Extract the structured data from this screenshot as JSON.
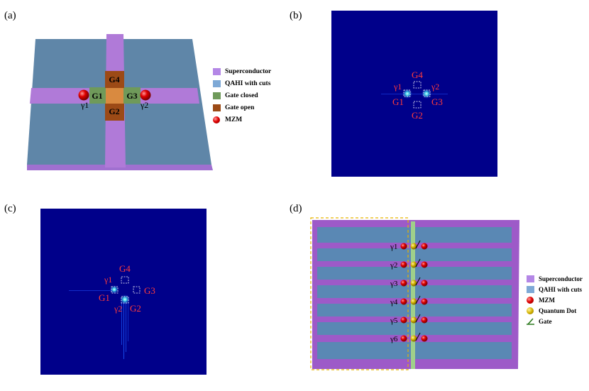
{
  "panels": {
    "a": {
      "label": "(a)",
      "gates": [
        "G1",
        "G2",
        "G3",
        "G4"
      ],
      "mzm_labels": [
        "γ1",
        "γ2"
      ],
      "legend": [
        "Superconductor",
        "QAHI with cuts",
        "Gate closed",
        "Gate open",
        "MZM"
      ]
    },
    "b": {
      "label": "(b)",
      "gates": [
        "G1",
        "G2",
        "G3",
        "G4"
      ],
      "mzm_labels": [
        "γ1",
        "γ2"
      ]
    },
    "c": {
      "label": "(c)",
      "gates": [
        "G1",
        "G2",
        "G3",
        "G4"
      ],
      "mzm_labels": [
        "γ1",
        "γ2"
      ]
    },
    "d": {
      "label": "(d)",
      "mzm_labels": [
        "γ1",
        "γ2",
        "γ3",
        "γ4",
        "γ5",
        "γ6"
      ],
      "legend": [
        "Superconductor",
        "QAHI with cuts",
        "MZM",
        "Quantum Dot",
        "Gate"
      ]
    }
  },
  "colors": {
    "superconductor": "#b487e6",
    "qahi": "#7ea9d6",
    "gate_closed": "#6f9a5a",
    "gate_open": "#9c4a16",
    "mzm": "#e00000",
    "quantum_dot": "#d4b400",
    "map_background": "#00008a",
    "label_red": "#ff3b3b"
  }
}
